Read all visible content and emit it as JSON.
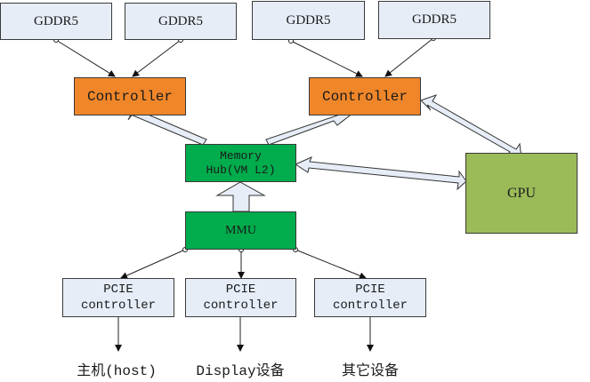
{
  "memory_chips": [
    {
      "label": "GDDR5"
    },
    {
      "label": "GDDR5"
    },
    {
      "label": "GDDR5"
    },
    {
      "label": "GDDR5"
    }
  ],
  "controllers": [
    {
      "label": "Controller"
    },
    {
      "label": "Controller"
    }
  ],
  "memory_hub": {
    "line1": "Memory",
    "line2": "Hub(VM L2)"
  },
  "mmu": {
    "label": "MMU"
  },
  "gpu": {
    "label": "GPU"
  },
  "pcie_controllers": [
    {
      "line1": "PCIE",
      "line2": "controller"
    },
    {
      "line1": "PCIE",
      "line2": "controller"
    },
    {
      "line1": "PCIE",
      "line2": "controller"
    }
  ],
  "endpoints": [
    {
      "label": "主机(host)"
    },
    {
      "label": "Display设备"
    },
    {
      "label": "其它设备"
    }
  ],
  "colors": {
    "memory": "#e6edf7",
    "controller": "#f0862a",
    "hub": "#00ac4c",
    "gpu": "#9bbb59",
    "block_arrow_fill": "#e6edf7"
  }
}
